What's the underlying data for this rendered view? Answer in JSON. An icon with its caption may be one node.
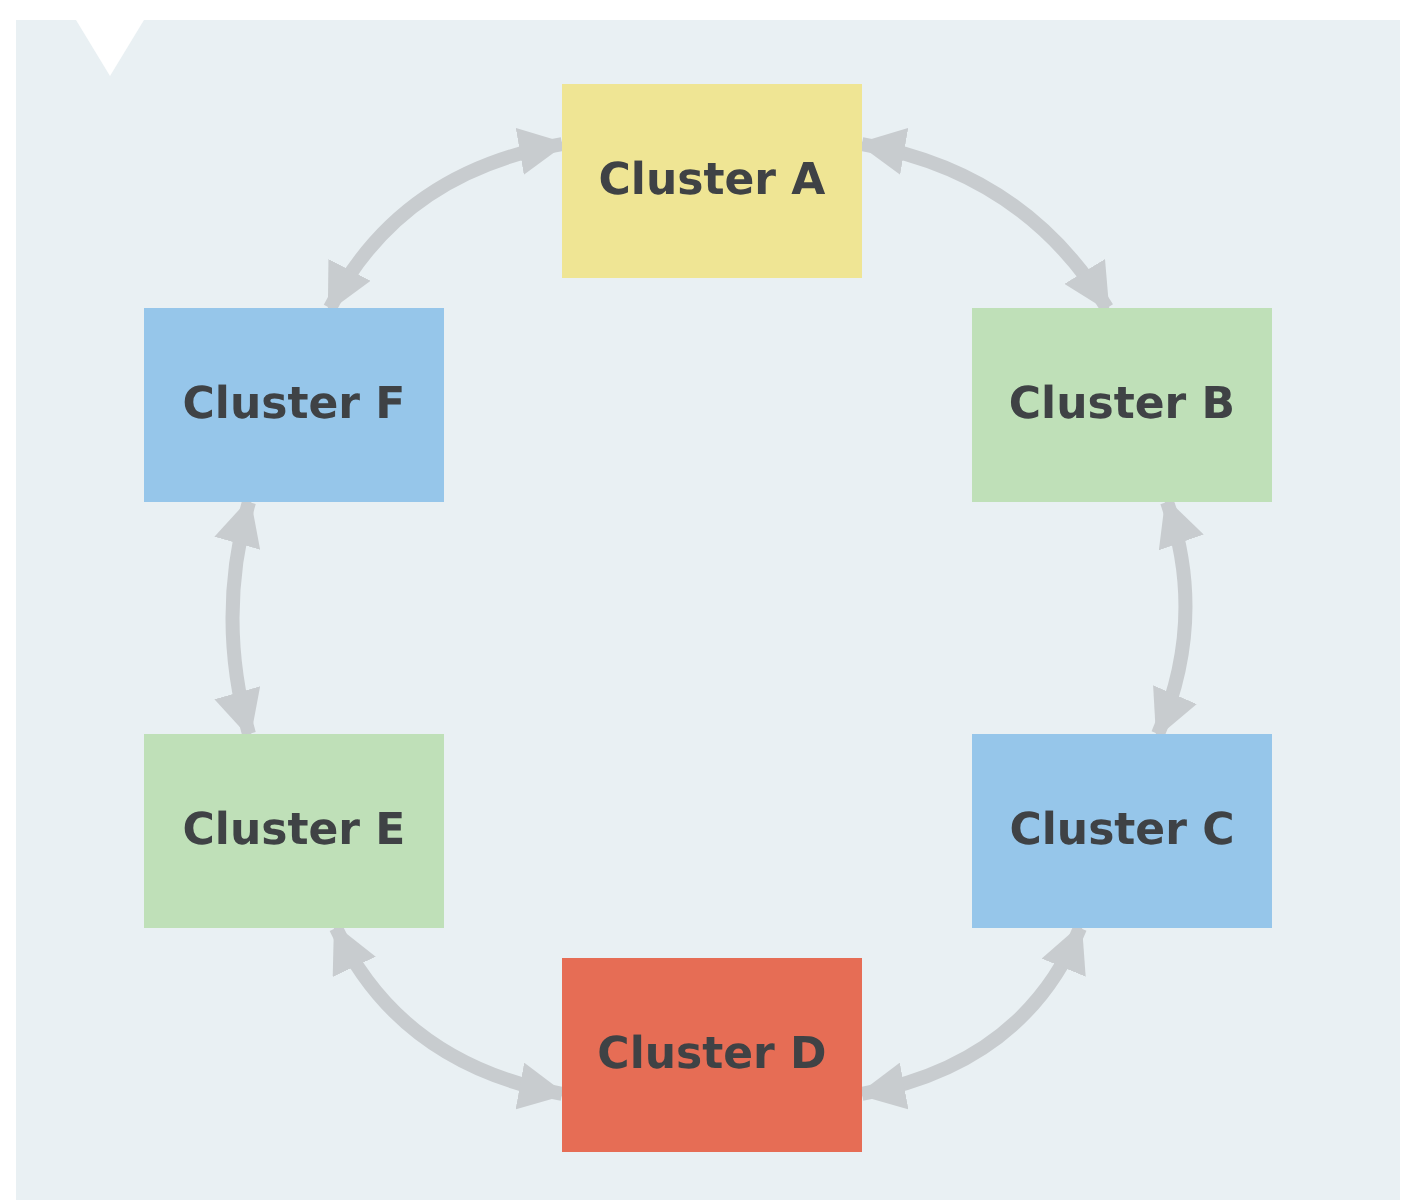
{
  "diagram": {
    "nodes": [
      {
        "text": [
          "Cluster A"
        ]
      },
      {
        "text": [
          "Cluster B"
        ]
      },
      {
        "text": [
          "Cluster C"
        ]
      },
      {
        "text": [
          "Cluster D"
        ]
      },
      {
        "text": [
          "Cluster E"
        ]
      },
      {
        "text": [
          "Cluster F"
        ]
      }
    ],
    "edges": [
      {
        "from": 0,
        "to": 1,
        "arrow": "both"
      },
      {
        "from": 1,
        "to": 2,
        "arrow": "both"
      },
      {
        "from": 2,
        "to": 3,
        "arrow": "both"
      },
      {
        "from": 3,
        "to": 4,
        "arrow": "both"
      },
      {
        "from": 4,
        "to": 5,
        "arrow": "both"
      },
      {
        "from": 5,
        "to": 0,
        "arrow": "both"
      }
    ]
  }
}
